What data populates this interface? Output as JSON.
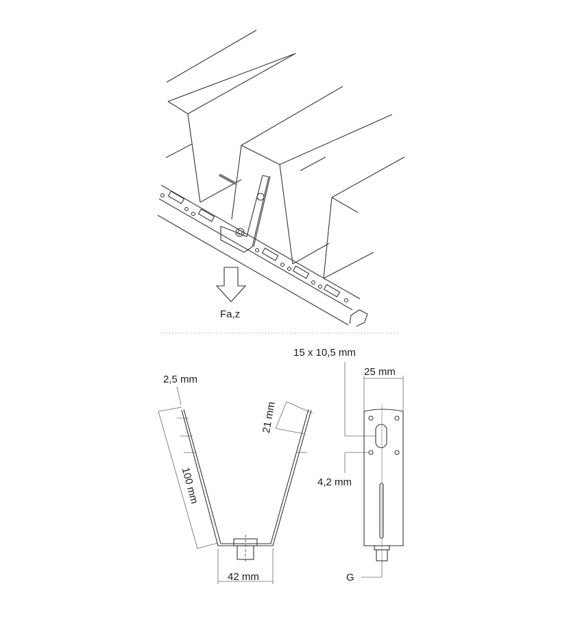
{
  "iso_view": {
    "force_label": "Fa,z"
  },
  "divider": {
    "style": "dotted"
  },
  "front_view": {
    "thickness_label": "2,5 mm",
    "hole_spacing_label": "21 mm",
    "leg_length_label": "100 mm",
    "base_width_label": "42 mm"
  },
  "side_view": {
    "slot_label": "15 x 10,5 mm",
    "width_label": "25 mm",
    "hole_label": "4,2 mm",
    "thread_label": "G"
  },
  "colors": {
    "line": "#333333",
    "dim": "#555555",
    "background": "#ffffff"
  }
}
